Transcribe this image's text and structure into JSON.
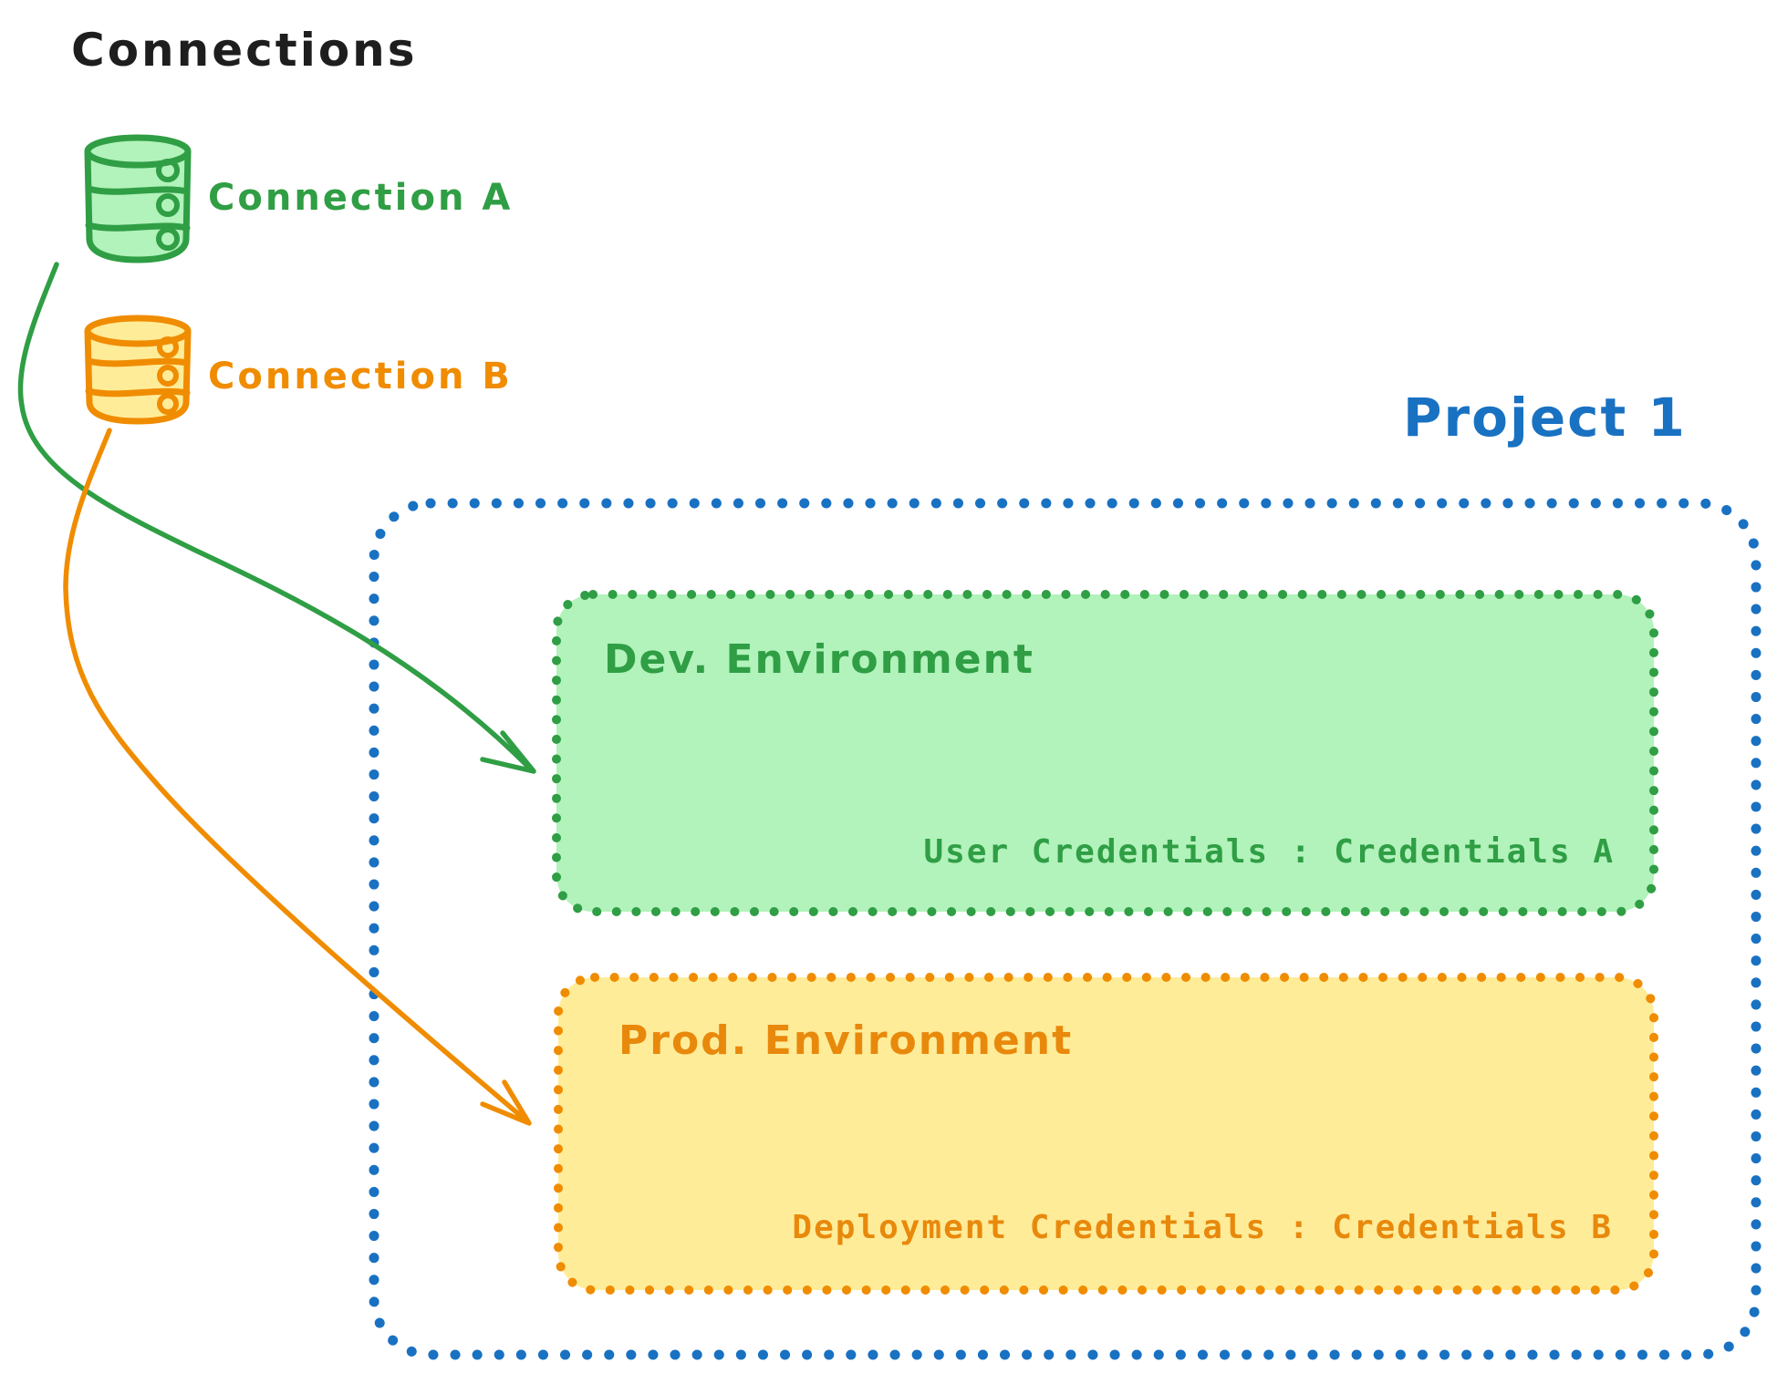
{
  "canvas": {
    "background": "#ffffff"
  },
  "title": "Connections",
  "title_color": "#1e1e1e",
  "connections": [
    {
      "label": "Connection A",
      "icon": "database-icon",
      "color": "#2f9e44",
      "fill": "#b2f2bb"
    },
    {
      "label": "Connection B",
      "icon": "database-icon",
      "color": "#f08c00",
      "fill": "#ffec99"
    }
  ],
  "project": {
    "label": "Project 1",
    "color": "#1971c2",
    "environments": [
      {
        "name": "Dev. Environment",
        "credentials": "User Credentials : Credentials A",
        "stroke": "#2f9e44",
        "fill": "#b2f2bb",
        "text_color": "#2f9e44"
      },
      {
        "name": "Prod. Environment",
        "credentials": "Deployment Credentials : Credentials B",
        "stroke": "#f08c00",
        "fill": "#ffec99",
        "text_color": "#e8890c"
      }
    ]
  }
}
